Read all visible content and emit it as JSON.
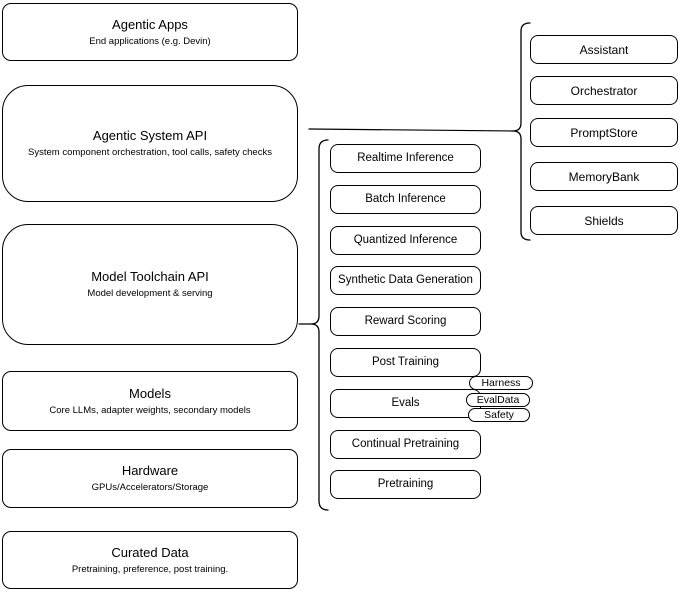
{
  "diagram": {
    "left_stack": [
      {
        "title": "Agentic Apps",
        "subtitle": "End applications (e.g. Devin)"
      },
      {
        "title": "Agentic System API",
        "subtitle": "System component orchestration, tool calls, safety checks"
      },
      {
        "title": "Model Toolchain API",
        "subtitle": "Model development & serving"
      },
      {
        "title": "Models",
        "subtitle": "Core LLMs, adapter weights, secondary models"
      },
      {
        "title": "Hardware",
        "subtitle": "GPUs/Accelerators/Storage"
      },
      {
        "title": "Curated Data",
        "subtitle": "Pretraining, preference, post training."
      }
    ],
    "toolchain_items": [
      "Realtime Inference",
      "Batch Inference",
      "Quantized Inference",
      "Synthetic Data Generation",
      "Reward Scoring",
      "Post Training",
      "Evals",
      "Continual Pretraining",
      "Pretraining"
    ],
    "evals_pills": [
      "Harness",
      "EvalData",
      "Safety"
    ],
    "system_components": [
      "Assistant",
      "Orchestrator",
      "PromptStore",
      "MemoryBank",
      "Shields"
    ],
    "colors": {
      "stroke": "#000000",
      "fill": "#ffffff",
      "text": "#000000"
    }
  }
}
